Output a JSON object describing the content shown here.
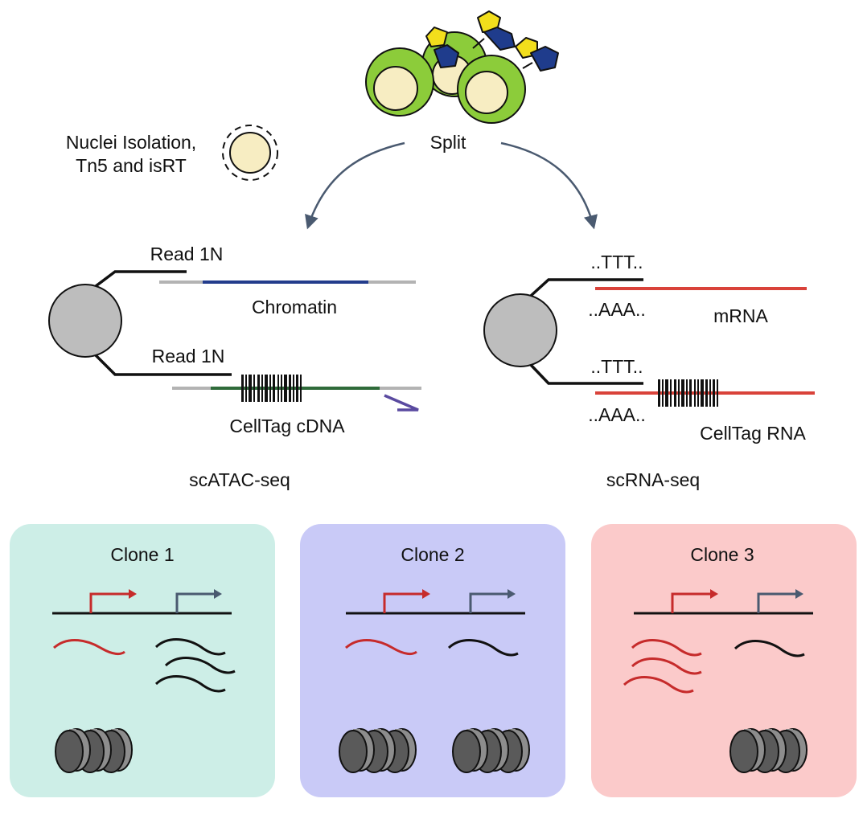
{
  "labels": {
    "split": "Split",
    "nuclei_line1": "Nuclei Isolation,",
    "nuclei_line2": "Tn5 and isRT",
    "read1n_top": "Read 1N",
    "read1n_bottom": "Read 1N",
    "chromatin": "Chromatin",
    "celltag_cdna": "CellTag cDNA",
    "scatac": "scATAC-seq",
    "ttt_top": "..TTT..",
    "aaa_top": "..AAA..",
    "mrna": "mRNA",
    "ttt_bottom": "..TTT..",
    "aaa_bottom": "..AAA..",
    "celltag_rna": "CellTag RNA",
    "scrna": "scRNA-seq"
  },
  "clones": [
    {
      "label": "Clone 1",
      "bg": "#cdeee7"
    },
    {
      "label": "Clone 2",
      "bg": "#c9caf7"
    },
    {
      "label": "Clone 3",
      "bg": "#fbcaca"
    }
  ],
  "colors": {
    "red": "#c62b2b",
    "slate": "#4a5a70",
    "navy": "#233c8c",
    "green": "#2f6b3a",
    "bead": "#bdbdbd",
    "cell_green": "#8ccc3a",
    "nucleus": "#f7edc2",
    "tag_yellow": "#f2de1c",
    "tag_blue": "#1f3c8c",
    "nucleosome": "#5a5a5a",
    "primer": "#5a4aa0"
  }
}
